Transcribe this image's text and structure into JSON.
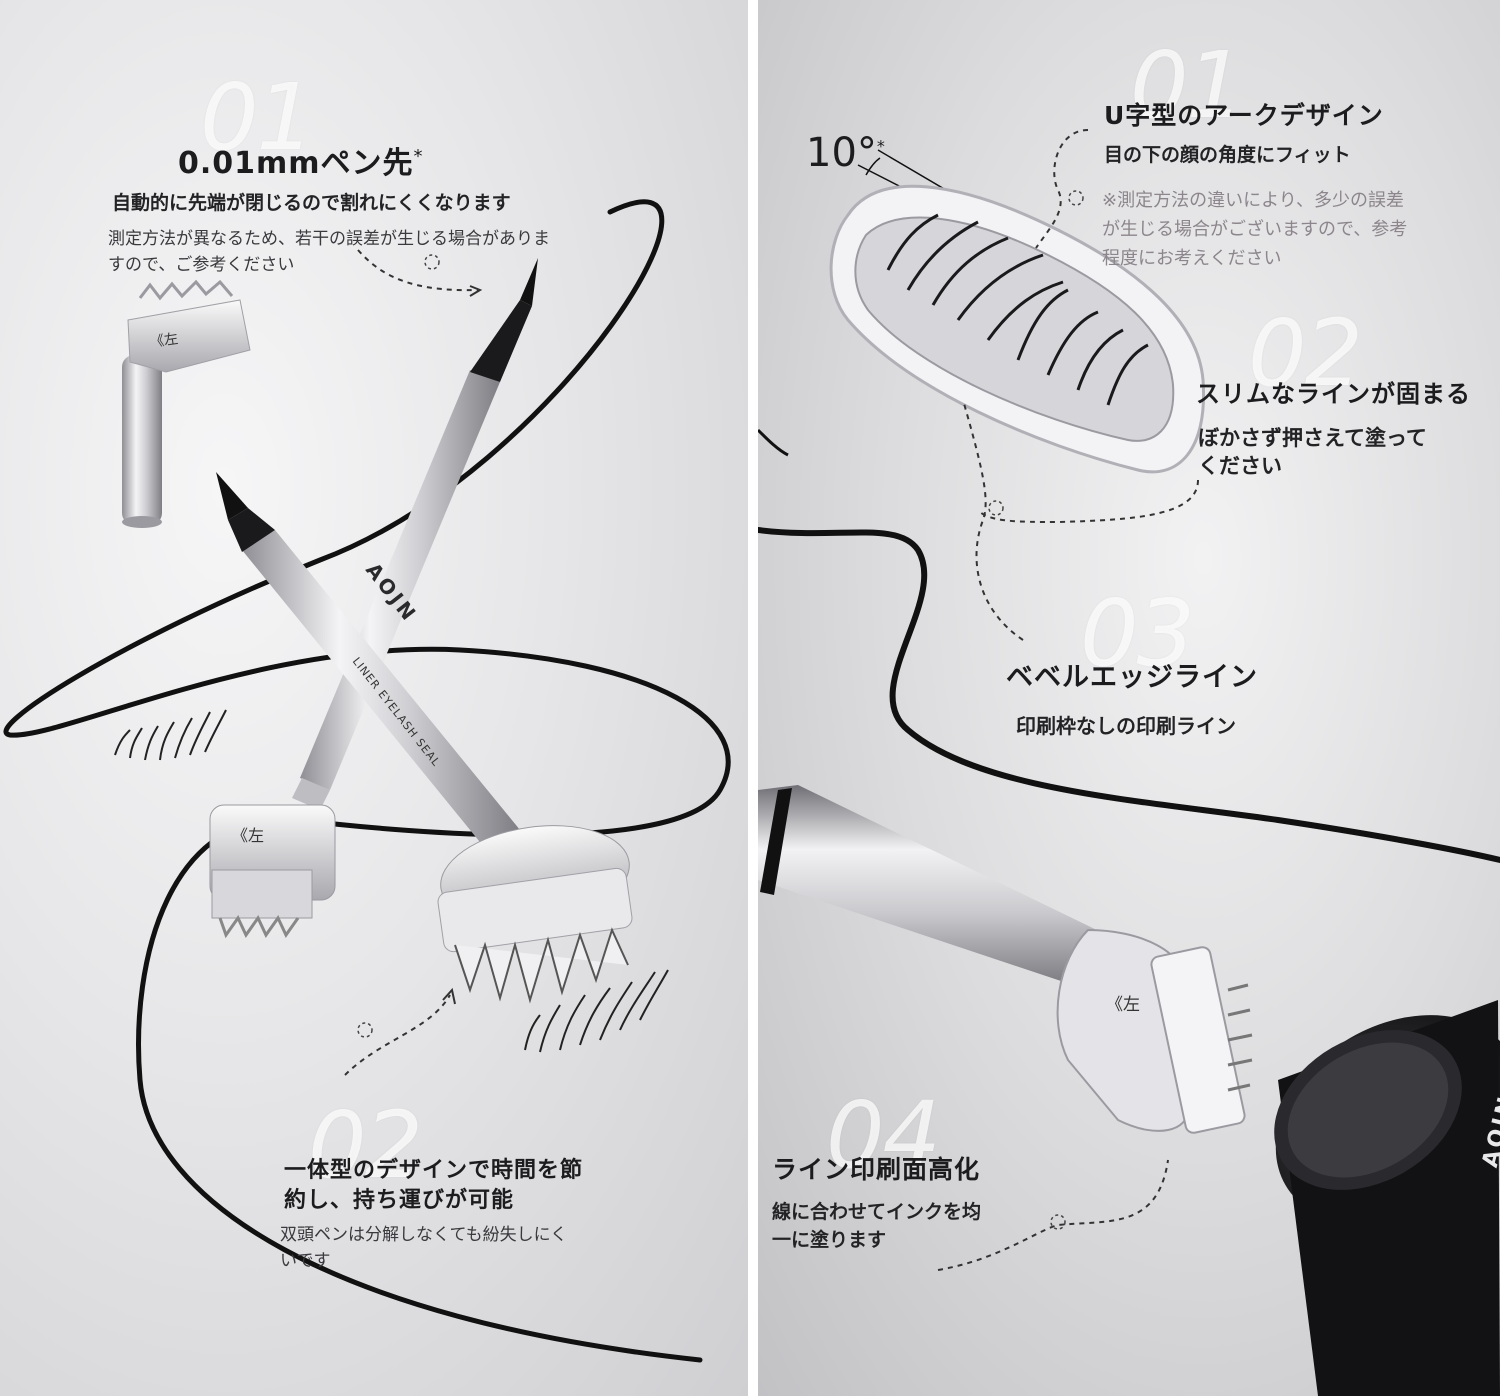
{
  "left_panel": {
    "section_1": {
      "number": "01",
      "title": "0.01mmペン先",
      "title_mark": "*",
      "subtitle": "自動的に先端が閉じるので割れにくくなります",
      "note_line_1": "測定方法が異なるため、若干の誤差が生じる場合がありま",
      "note_line_2": "すので、ご参考ください"
    },
    "section_2": {
      "number": "02",
      "title_line_1": "一体型のデザインで時間を節",
      "title_line_2": "約し、持ち運びが可能",
      "note_line_1": "双頭ペンは分解しなくても紛失しにく",
      "note_line_2": "いです"
    },
    "product": {
      "brand": "AOJN",
      "pen_label": "LINER EYELASH SEAL",
      "stamp_mark": "《左"
    }
  },
  "right_panel": {
    "section_1": {
      "number": "01",
      "angle": "10°",
      "angle_mark": "*",
      "title": "U字型のアークデザイン",
      "subtitle": "目の下の顔の角度にフィット",
      "note_line_1": "※測定方法の違いにより、多少の誤差",
      "note_line_2": "が生じる場合がございますので、参考",
      "note_line_3": "程度にお考えください"
    },
    "section_2": {
      "number": "02",
      "title": "スリムなラインが固まる",
      "subtitle_line_1": "ぼかさず押さえて塗って",
      "subtitle_line_2": "ください"
    },
    "section_3": {
      "number": "03",
      "title": "ベベルエッジライン",
      "subtitle": "印刷枠なしの印刷ライン"
    },
    "section_4": {
      "number": "04",
      "title": "ライン印刷面高化",
      "subtitle_line_1": "線に合わせてインクを均",
      "subtitle_line_2": "一に塗ります",
      "stamp_mark": "《左",
      "brand": "AOJN"
    }
  },
  "colors": {
    "ink": "#1c1c1e",
    "muted_note": "#8c868c",
    "metal_light": "#f2f2f4",
    "metal_dark": "#8e8e94",
    "jar_black": "#141416"
  },
  "icons": [
    "dashed-arrow-icon",
    "eyelash-stamp-icon",
    "ink-sponge-icon"
  ]
}
